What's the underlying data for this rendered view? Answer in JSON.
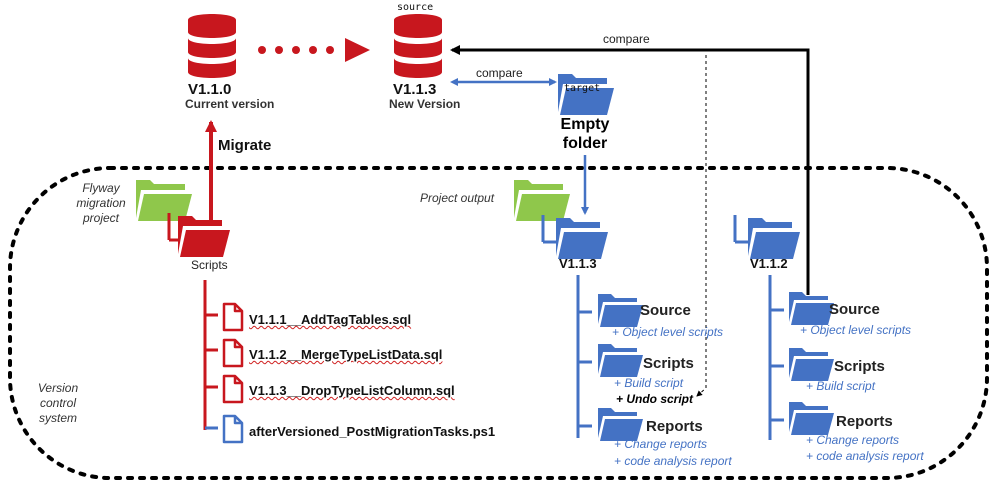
{
  "databases": {
    "current": {
      "version": "V1.1.0",
      "label": "Current version"
    },
    "new": {
      "version": "V1.1.3",
      "label": "New Version",
      "tag": "source"
    }
  },
  "target_folder": {
    "tag": "target",
    "label": "Empty folder"
  },
  "compare_top": "compare",
  "compare_mid": "compare",
  "migrate_label": "Migrate",
  "flyway_project": "Flyway migration project",
  "scripts_label": "Scripts",
  "vcs_label": "Version control system",
  "project_output_label": "Project output",
  "migration_files": [
    "V1.1.1__AddTagTables.sql",
    "V1.1.2__MergeTypeListData.sql",
    "V1.1.3__DropTypeListColumn.sql",
    "afterVersioned_PostMigrationTasks.ps1"
  ],
  "output_v113": {
    "version": "V1.1.3",
    "source": {
      "title": "Source",
      "items": [
        "+ Object level scripts"
      ]
    },
    "scripts": {
      "title": "Scripts",
      "items": [
        "+ Build script"
      ],
      "extra": "+ Undo script"
    },
    "reports": {
      "title": "Reports",
      "items": [
        "+ Change reports",
        "+ code analysis report"
      ]
    }
  },
  "output_v112": {
    "version": "V1.1.2",
    "source": {
      "title": "Source",
      "items": [
        "+ Object level scripts"
      ]
    },
    "scripts": {
      "title": "Scripts",
      "items": [
        "+ Build script"
      ]
    },
    "reports": {
      "title": "Reports",
      "items": [
        "+ Change reports",
        "+ code analysis report"
      ]
    }
  },
  "colors": {
    "red": "#c8171e",
    "blue": "#4472c4",
    "green": "#8fc74b",
    "black": "#000000"
  }
}
